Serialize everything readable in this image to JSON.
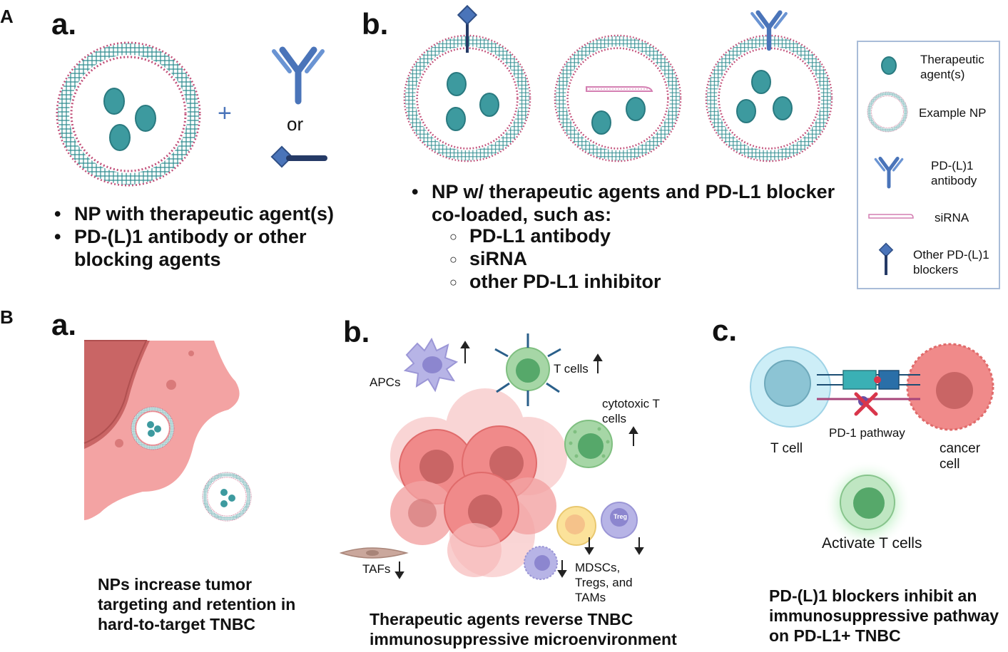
{
  "panelA": {
    "letter": "A",
    "a": {
      "letter": "a.",
      "plus": "+",
      "or": "or",
      "bullets": [
        "NP with therapeutic agent(s)",
        "PD-(L)1 antibody or other",
        "blocking agents"
      ]
    },
    "b": {
      "letter": "b.",
      "bullet_line1": "NP w/ therapeutic agents and PD-L1 blocker",
      "bullet_line2": "co-loaded, such as:",
      "subitems": [
        "PD-L1 antibody",
        "siRNA",
        "other PD-L1 inhibitor"
      ]
    },
    "legend": {
      "therapeutic_line1": "Therapeutic",
      "therapeutic_line2": "agent(s)",
      "np": "Example NP",
      "antibody_line1": "PD-(L)1",
      "antibody_line2": "antibody",
      "sirna": "siRNA",
      "blockers_line1": "Other PD-(L)1",
      "blockers_line2": "blockers"
    }
  },
  "panelB": {
    "letter": "B",
    "a": {
      "letter": "a.",
      "caption": [
        "NPs increase tumor",
        "targeting and retention in",
        "hard-to-target TNBC"
      ]
    },
    "b": {
      "letter": "b.",
      "apcs": "APCs",
      "tcells": "T cells",
      "cytotoxic_line1": "cytotoxic T",
      "cytotoxic_line2": "cells",
      "tafs": "TAFs",
      "treg": "Treg",
      "mdsc_line1": "MDSCs,",
      "mdsc_line2": "Tregs,  and",
      "mdsc_line3": "TAMs",
      "caption": [
        "Therapeutic agents reverse TNBC",
        "immunosuppressive microenvironment"
      ]
    },
    "c": {
      "letter": "c.",
      "tcell": "T cell",
      "pathway": "PD-1 pathway",
      "cancer_line1": "cancer",
      "cancer_line2": "cell",
      "activate": "Activate T cells",
      "caption": [
        "PD-(L)1 blockers inhibit an",
        "immunosuppressive pathway",
        "on PD-L1+ TNBC"
      ]
    }
  },
  "colors": {
    "teal": "#3d9a9f",
    "lipid_head": "#c2517a",
    "lipid_tail": "#2e8c8f",
    "antibody": "#4a74b9",
    "tumor": "#f3a3a3",
    "tumor_dark": "#c96565",
    "legend_border": "#a9bcd8"
  }
}
